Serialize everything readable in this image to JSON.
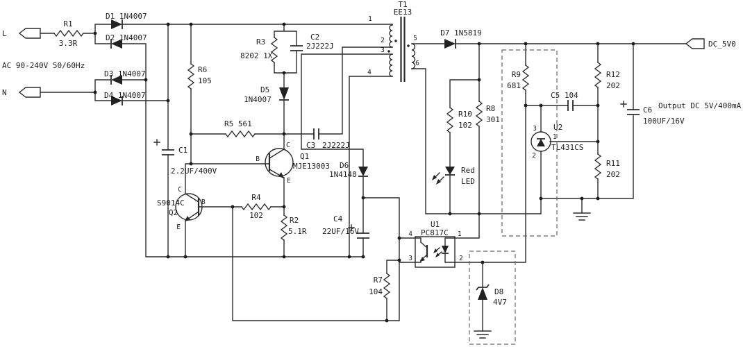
{
  "schematic": {
    "input": {
      "l_label": "L",
      "n_label": "N",
      "ac_rating": "AC 90-240V 50/60Hz"
    },
    "output": {
      "net_label": "DC_5V0",
      "description": "Output DC 5V/400mA"
    },
    "transformer": {
      "ref": "T1",
      "part": "EE13"
    },
    "transformer_pins": {
      "p1": "1",
      "p2": "2",
      "p3": "3",
      "p4": "4",
      "p5": "5",
      "p6": "6"
    },
    "optocoupler_pins": {
      "p1": "1",
      "p2": "2",
      "p3": "3",
      "p4": "4"
    },
    "shunt_pins": {
      "p1": "1",
      "p2": "2",
      "p3": "3"
    },
    "components": {
      "r1": {
        "ref": "R1",
        "value": "3.3R"
      },
      "d1": {
        "label": "D1 1N4007"
      },
      "d2": {
        "label": "D2 1N4007"
      },
      "d3": {
        "label": "D3 1N4007"
      },
      "d4": {
        "label": "D4 1N4007"
      },
      "r6": {
        "ref": "R6",
        "value": "105"
      },
      "c1": {
        "ref": "C1",
        "value": "2.2UF/400V"
      },
      "r3": {
        "ref": "R3",
        "value": "8202 1X"
      },
      "c2": {
        "ref": "C2",
        "value": "2J222J"
      },
      "d5": {
        "ref": "D5",
        "value": "1N4007"
      },
      "r5": {
        "label": "R5 561"
      },
      "c3": {
        "ref": "C3",
        "value": "2J222J"
      },
      "q1": {
        "ref": "Q1",
        "part": "MJE13003",
        "pin_c": "C",
        "pin_b": "B",
        "pin_e": "E"
      },
      "q2": {
        "ref": "Q2",
        "part": "S9014C",
        "pin_c": "C",
        "pin_b": "B",
        "pin_e": "E"
      },
      "r4": {
        "ref": "R4",
        "value": "102"
      },
      "r2": {
        "ref": "R2",
        "value": "5.1R"
      },
      "d6": {
        "ref": "D6",
        "value": "1N4148"
      },
      "c4": {
        "ref": "C4",
        "value": "22UF/16V"
      },
      "r7": {
        "ref": "R7",
        "value": "104"
      },
      "d7": {
        "label": "D7 1N5819"
      },
      "r10": {
        "ref": "R10",
        "value": "102"
      },
      "r8": {
        "ref": "R8",
        "value": "301"
      },
      "led": {
        "line1": "Red",
        "line2": "LED"
      },
      "u1": {
        "ref": "U1",
        "part": "PC817C"
      },
      "d8": {
        "ref": "D8",
        "value": "4V7"
      },
      "r9": {
        "ref": "R9",
        "value": "681"
      },
      "c5": {
        "label": "C5 104"
      },
      "u2": {
        "ref": "U2",
        "part": "TL431CS"
      },
      "r12": {
        "ref": "R12",
        "value": "202"
      },
      "r11": {
        "ref": "R11",
        "value": "202"
      },
      "c6": {
        "ref": "C6",
        "value": "100UF/16V"
      }
    },
    "colors": {
      "line": "#2b2b2b",
      "background": "#ffffff"
    }
  }
}
